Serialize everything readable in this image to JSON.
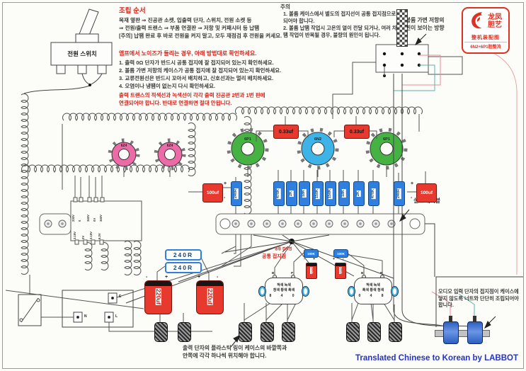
{
  "colors": {
    "accent_red": "#d4251c",
    "component_blue": "#2f7fe0",
    "tube_green": "#45b243",
    "tube_blue": "#3eb3e8",
    "socket_pink": "#ec6ba6",
    "cap_red": "#e8392f",
    "footer_blue": "#2431cc",
    "logo_red": "#e03020"
  },
  "header": {
    "power_switch": "전원 스위치"
  },
  "assembly": {
    "title": "조립 순서",
    "line1": "목재 옆판 ⇒ 진공관 소켓, 입출력 단자, 스위치, 전원 소켓 등",
    "line2": "⇒ 전원/출력 트랜스 ⇒ 부품 연결판 ⇒ 저항 및 커패시터  등 납땜",
    "line3": "[주의] 납땜 완료 후 바로 전원을 켜지 말고, 모두 재점검 후 전원을 켜세요."
  },
  "noise": {
    "title": "앰프에서 노이즈가 들리는 경우, 아래 방법대로 확인하세요.",
    "item1": "1. 출력 0Ω 단자가 반드시 공통 접지에 잘 접지되어 있는지 확인하세요.",
    "item2": "2. 볼륨 가변 저항의 케이스가 공통 접지에 잘 접지되어 있는지 확인하세요.",
    "item3": "3. 교류전원선은 반드시 꼬아서 배치하고, 신호선과는 멀리 배치하세요.",
    "item4": "4. 오염이나 냉땜이 없는지 다시 확인하세요.",
    "warning1": "출력 트랜스의 적색선과 녹색선이 각각 출력 진공관 2번과 1번 핀에",
    "warning2": "연결되어야 합니다. 반대로 연결하면 절대 안됩니다."
  },
  "caution": {
    "title": "주의",
    "item1": "1. 볼륨 케이스에서 별도의 접지선이 공통 접지점으로 연결되어야 합니다.",
    "item2": "2. 볼륨 납땜 작업시 고온의 열이 전달 되거나, 여러 차례 납땜 작업이 반복될 경우, 불량의 원인이 됩니다."
  },
  "notes": {
    "volume_dir1": "볼륨 가변 저항의",
    "volume_dir2": "핀이 보이는 방향",
    "shield": "실드 케이블",
    "ground_small": "공통 접지점",
    "ground": "공통 접지점",
    "out1": "출력 단자의 플라스틱 링이 케이스의 바깥쪽과",
    "out2": "안쪽에 각각 하나씩 위치해야 합니다.",
    "audio": "오디오 입력 단자의 접지점이 케이스에 닿지 않도록 너트와 단단히 조립되어야 합니다.",
    "footer": "Translated Chinese to Korean by LABBOT"
  },
  "logo": {
    "brand1": "龙凤",
    "brand2": "胆艺",
    "subtitle": "整机装配图",
    "model": "6N2+6P1胆整流"
  },
  "components": {
    "tubes": {
      "rect1": "6Z4",
      "rect2": "6Z4",
      "out_left": "6P1",
      "driver": "6N2",
      "out_right": "6P1"
    },
    "film_cap": "0.33uf",
    "cap100": "100uf",
    "cap220": "220uf",
    "res240h": "240R",
    "fb_res": "100K",
    "fb_cap": "100uf",
    "resistor_row": [
      "240R",
      "470K",
      "2K",
      "18K",
      "150K",
      "150K",
      "18K",
      "2K",
      "470K",
      "240R"
    ],
    "pt_top": [
      "230V",
      "0",
      "340V",
      "0V",
      "340V"
    ],
    "pt_bottom": [
      "3.15V",
      "0V",
      "3.15V",
      "6.3V"
    ],
    "otf_left": {
      "row1": "적색   녹색",
      "row2": "청색 황색 흑색",
      "taps": "8 4 0",
      "pb": "B",
      "pp": "P"
    },
    "otf_right": {
      "row1": "적색   녹색",
      "row2": "흑색 황색 청색",
      "taps": "0 4 8",
      "pb": "B",
      "pp": "P"
    },
    "inlet": {
      "e": "E",
      "n": "N",
      "l": "L"
    },
    "plus": "+",
    "minus": "-"
  }
}
